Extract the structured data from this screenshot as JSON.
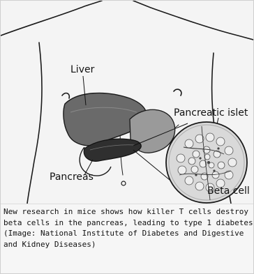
{
  "diagram": {
    "labels": {
      "liver": "Liver",
      "pancreatic_islet": "Pancreatic islet",
      "pancreas": "Pancreas",
      "beta_cell": "Beta cell"
    }
  },
  "caption": {
    "lines": [
      "New research in mice shows how killer T cells destroy",
      "beta cells in the pancreas, leading to type 1 diabetes",
      "(Image: National Institute of Diabetes and Digestive",
      "and Kidney Diseases)"
    ]
  },
  "colors": {
    "organ_fill": "#5a5a5a",
    "pancreas_fill": "#2f2f2f",
    "outline": "#1a1a1a"
  }
}
